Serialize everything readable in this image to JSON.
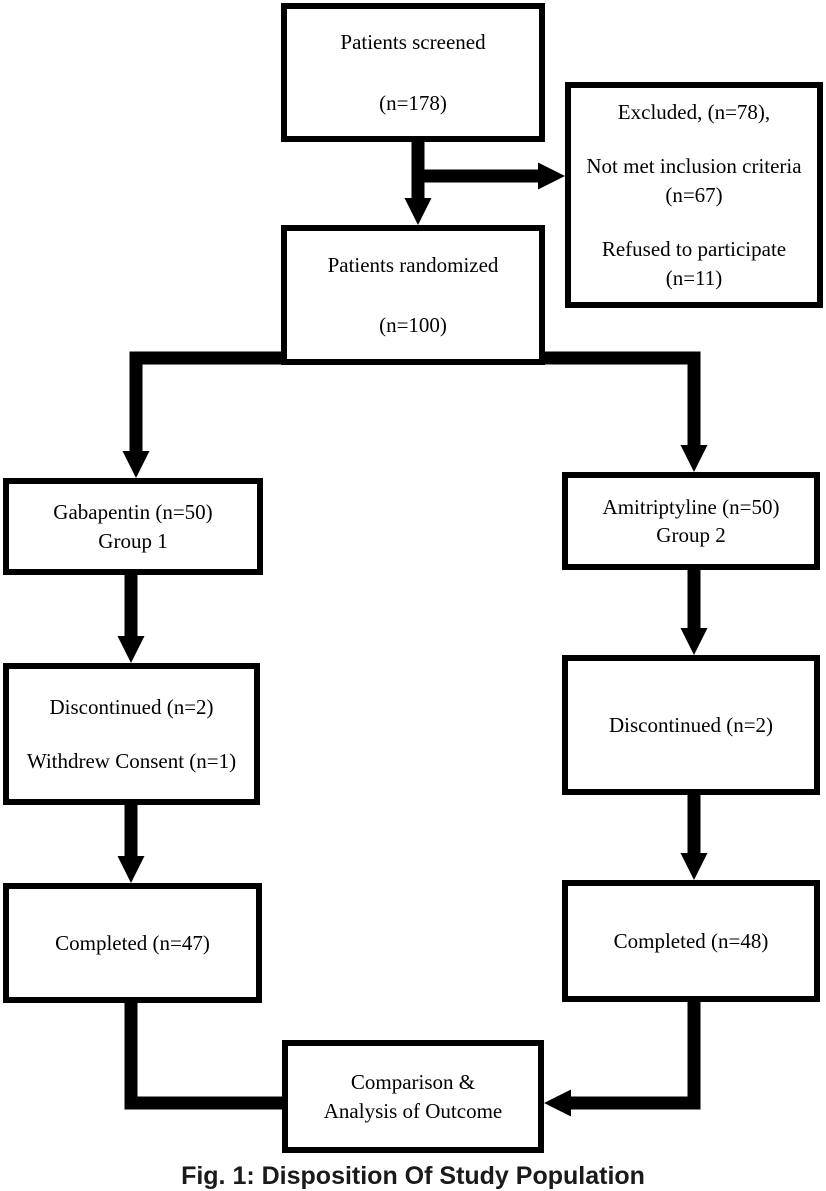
{
  "figure": {
    "caption": "Fig. 1: Disposition Of Study Population",
    "colors": {
      "ink": "#000000",
      "background": "#ffffff"
    },
    "boxes": {
      "screened": {
        "line1": "Patients screened",
        "line2": "(n=178)"
      },
      "excluded": {
        "p1": "Excluded, (n=78),",
        "p2": "Not met inclusion criteria (n=67)",
        "p3": "Refused to participate (n=11)"
      },
      "randomized": {
        "line1": "Patients randomized",
        "line2": "(n=100)"
      },
      "group1": {
        "line1": "Gabapentin (n=50)",
        "line2": "Group 1"
      },
      "group2": {
        "line1": "Amitriptyline (n=50)",
        "line2": "Group 2"
      },
      "discontinued1": {
        "p1": "Discontinued (n=2)",
        "p2": "Withdrew Consent (n=1)"
      },
      "discontinued2": {
        "p1": "Discontinued (n=2)"
      },
      "completed1": {
        "line1": "Completed (n=47)"
      },
      "completed2": {
        "line1": "Completed (n=48)"
      },
      "comparison": {
        "line1": "Comparison &",
        "line2": "Analysis of Outcome"
      }
    }
  }
}
